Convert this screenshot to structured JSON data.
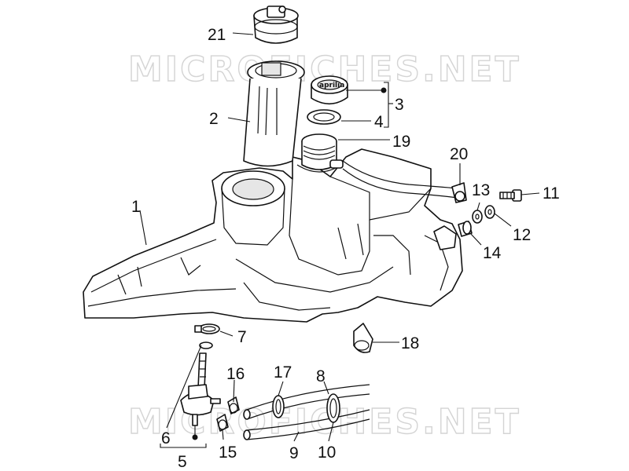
{
  "watermark": {
    "text": "MICROFICHES.NET"
  },
  "cap_logo": "aprilia",
  "callouts": [
    {
      "id": "c21",
      "label": "21"
    },
    {
      "id": "c2",
      "label": "2"
    },
    {
      "id": "c3",
      "label": "3"
    },
    {
      "id": "c4",
      "label": "4"
    },
    {
      "id": "c19",
      "label": "19"
    },
    {
      "id": "c20",
      "label": "20"
    },
    {
      "id": "c13",
      "label": "13"
    },
    {
      "id": "c11",
      "label": "11"
    },
    {
      "id": "c12",
      "label": "12"
    },
    {
      "id": "c14",
      "label": "14"
    },
    {
      "id": "c1",
      "label": "1"
    },
    {
      "id": "c7",
      "label": "7"
    },
    {
      "id": "c18",
      "label": "18"
    },
    {
      "id": "c16",
      "label": "16"
    },
    {
      "id": "c17",
      "label": "17"
    },
    {
      "id": "c8",
      "label": "8"
    },
    {
      "id": "c6",
      "label": "6"
    },
    {
      "id": "c5",
      "label": "5"
    },
    {
      "id": "c15",
      "label": "15"
    },
    {
      "id": "c9",
      "label": "9"
    },
    {
      "id": "c10",
      "label": "10"
    }
  ]
}
